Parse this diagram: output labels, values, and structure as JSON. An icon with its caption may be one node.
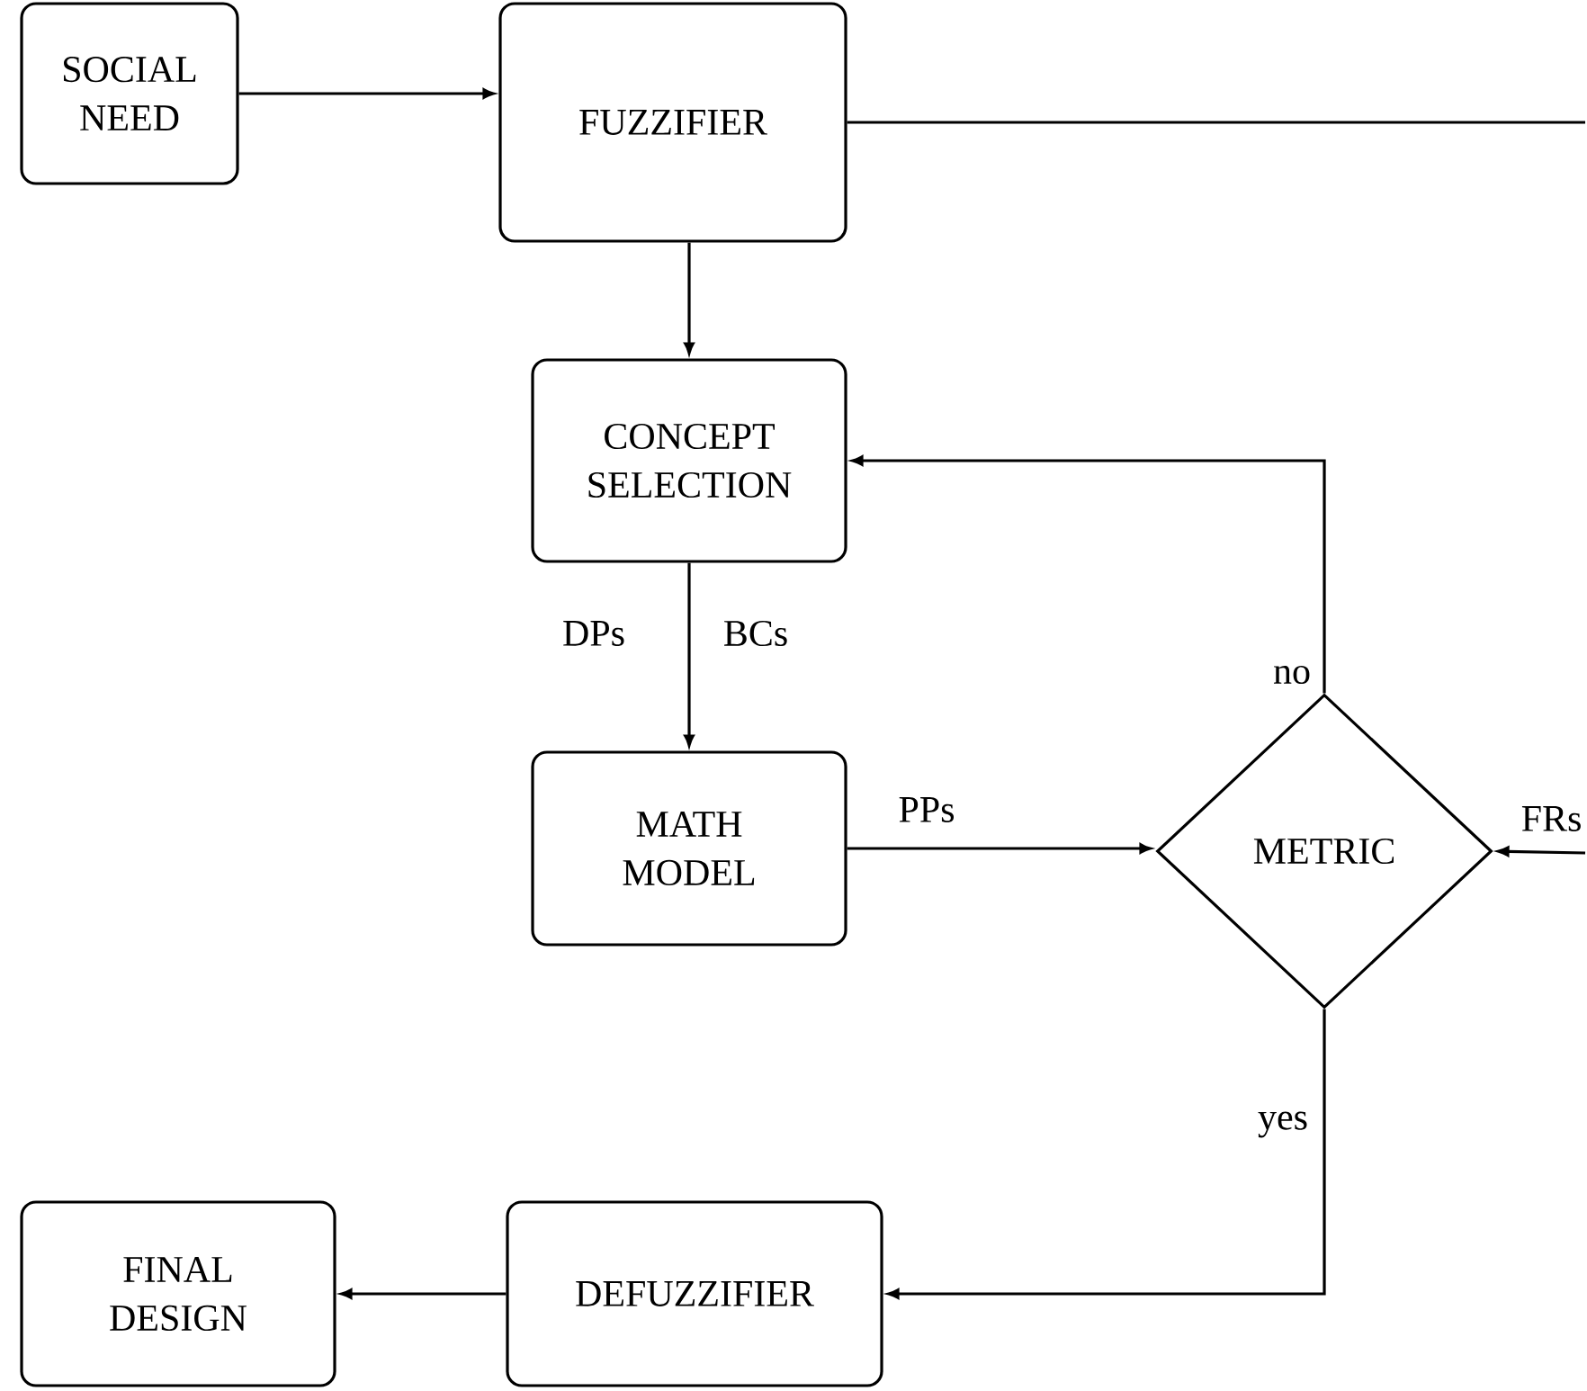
{
  "diagram": {
    "nodes": [
      {
        "text": [
          "SOCIAL NEED"
        ]
      },
      {
        "text": [
          "FUZZIFIER"
        ]
      },
      {
        "text": [
          "CONCEPT SELECTION"
        ]
      },
      {
        "text": [
          "MATH MODEL"
        ]
      },
      {
        "text": [
          "METRIC"
        ]
      },
      {
        "text": [
          "DEFUZZIFIER"
        ]
      },
      {
        "text": [
          "FINAL DESIGN"
        ]
      }
    ],
    "edges": [
      {
        "from": 0,
        "to": 1,
        "arrow": "to"
      },
      {
        "from": 1,
        "to": null,
        "arrow": "none"
      },
      {
        "from": 1,
        "to": 2,
        "arrow": "to"
      },
      {
        "from": 2,
        "to": 3,
        "arrow": "to",
        "label": "DPs"
      },
      {
        "from": 3,
        "to": 4,
        "arrow": "to",
        "label": "PPs"
      },
      {
        "from": 4,
        "to": 2,
        "arrow": "to",
        "label": "no"
      },
      {
        "from": null,
        "to": 4,
        "arrow": "to",
        "label": "FRs"
      },
      {
        "from": 4,
        "to": 5,
        "arrow": "to",
        "label": "yes"
      },
      {
        "from": 5,
        "to": 6,
        "arrow": "to"
      }
    ],
    "labels": [
      "BCs"
    ]
  }
}
